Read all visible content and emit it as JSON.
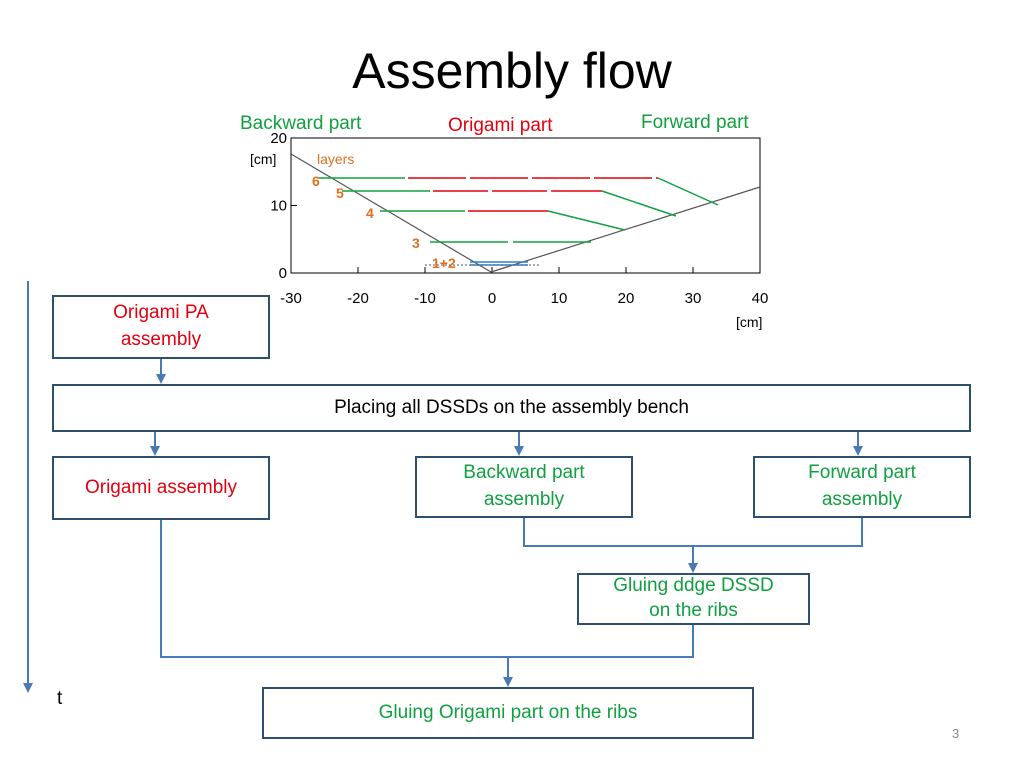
{
  "title": "Assembly flow",
  "plot_labels": {
    "backward": "Backward part",
    "origami": "Origami part",
    "forward": "Forward part"
  },
  "colors": {
    "red": "#e3000f",
    "green": "#10a040",
    "box_border": "#2e4f6e",
    "connector": "#4a7ab5",
    "orange": "#e07020"
  },
  "chart_data": {
    "type": "line",
    "xlim": [
      -30,
      40
    ],
    "ylim": [
      0,
      20
    ],
    "x_ticks": [
      "-30",
      "-20",
      "-10",
      "0",
      "10",
      "20",
      "30",
      "40"
    ],
    "y_ticks": [
      "0",
      "10",
      "20"
    ],
    "x_unit": "[cm]",
    "y_unit": "[cm]",
    "annotation": "layers",
    "layer_labels": [
      "6",
      "5",
      "4",
      "3",
      "1+2"
    ]
  },
  "boxes": {
    "origami_pa": "Origami PA\nassembly",
    "placing": "Placing all DSSDs on the assembly bench",
    "origami_assembly": "Origami assembly",
    "backward_assembly": "Backward part\nassembly",
    "forward_assembly": "Forward part\nassembly",
    "gluing_edge": "Gluing ddge DSSD\non the ribs",
    "gluing_origami": "Gluing Origami part on the ribs"
  },
  "time_label": "t",
  "page_number": "3"
}
